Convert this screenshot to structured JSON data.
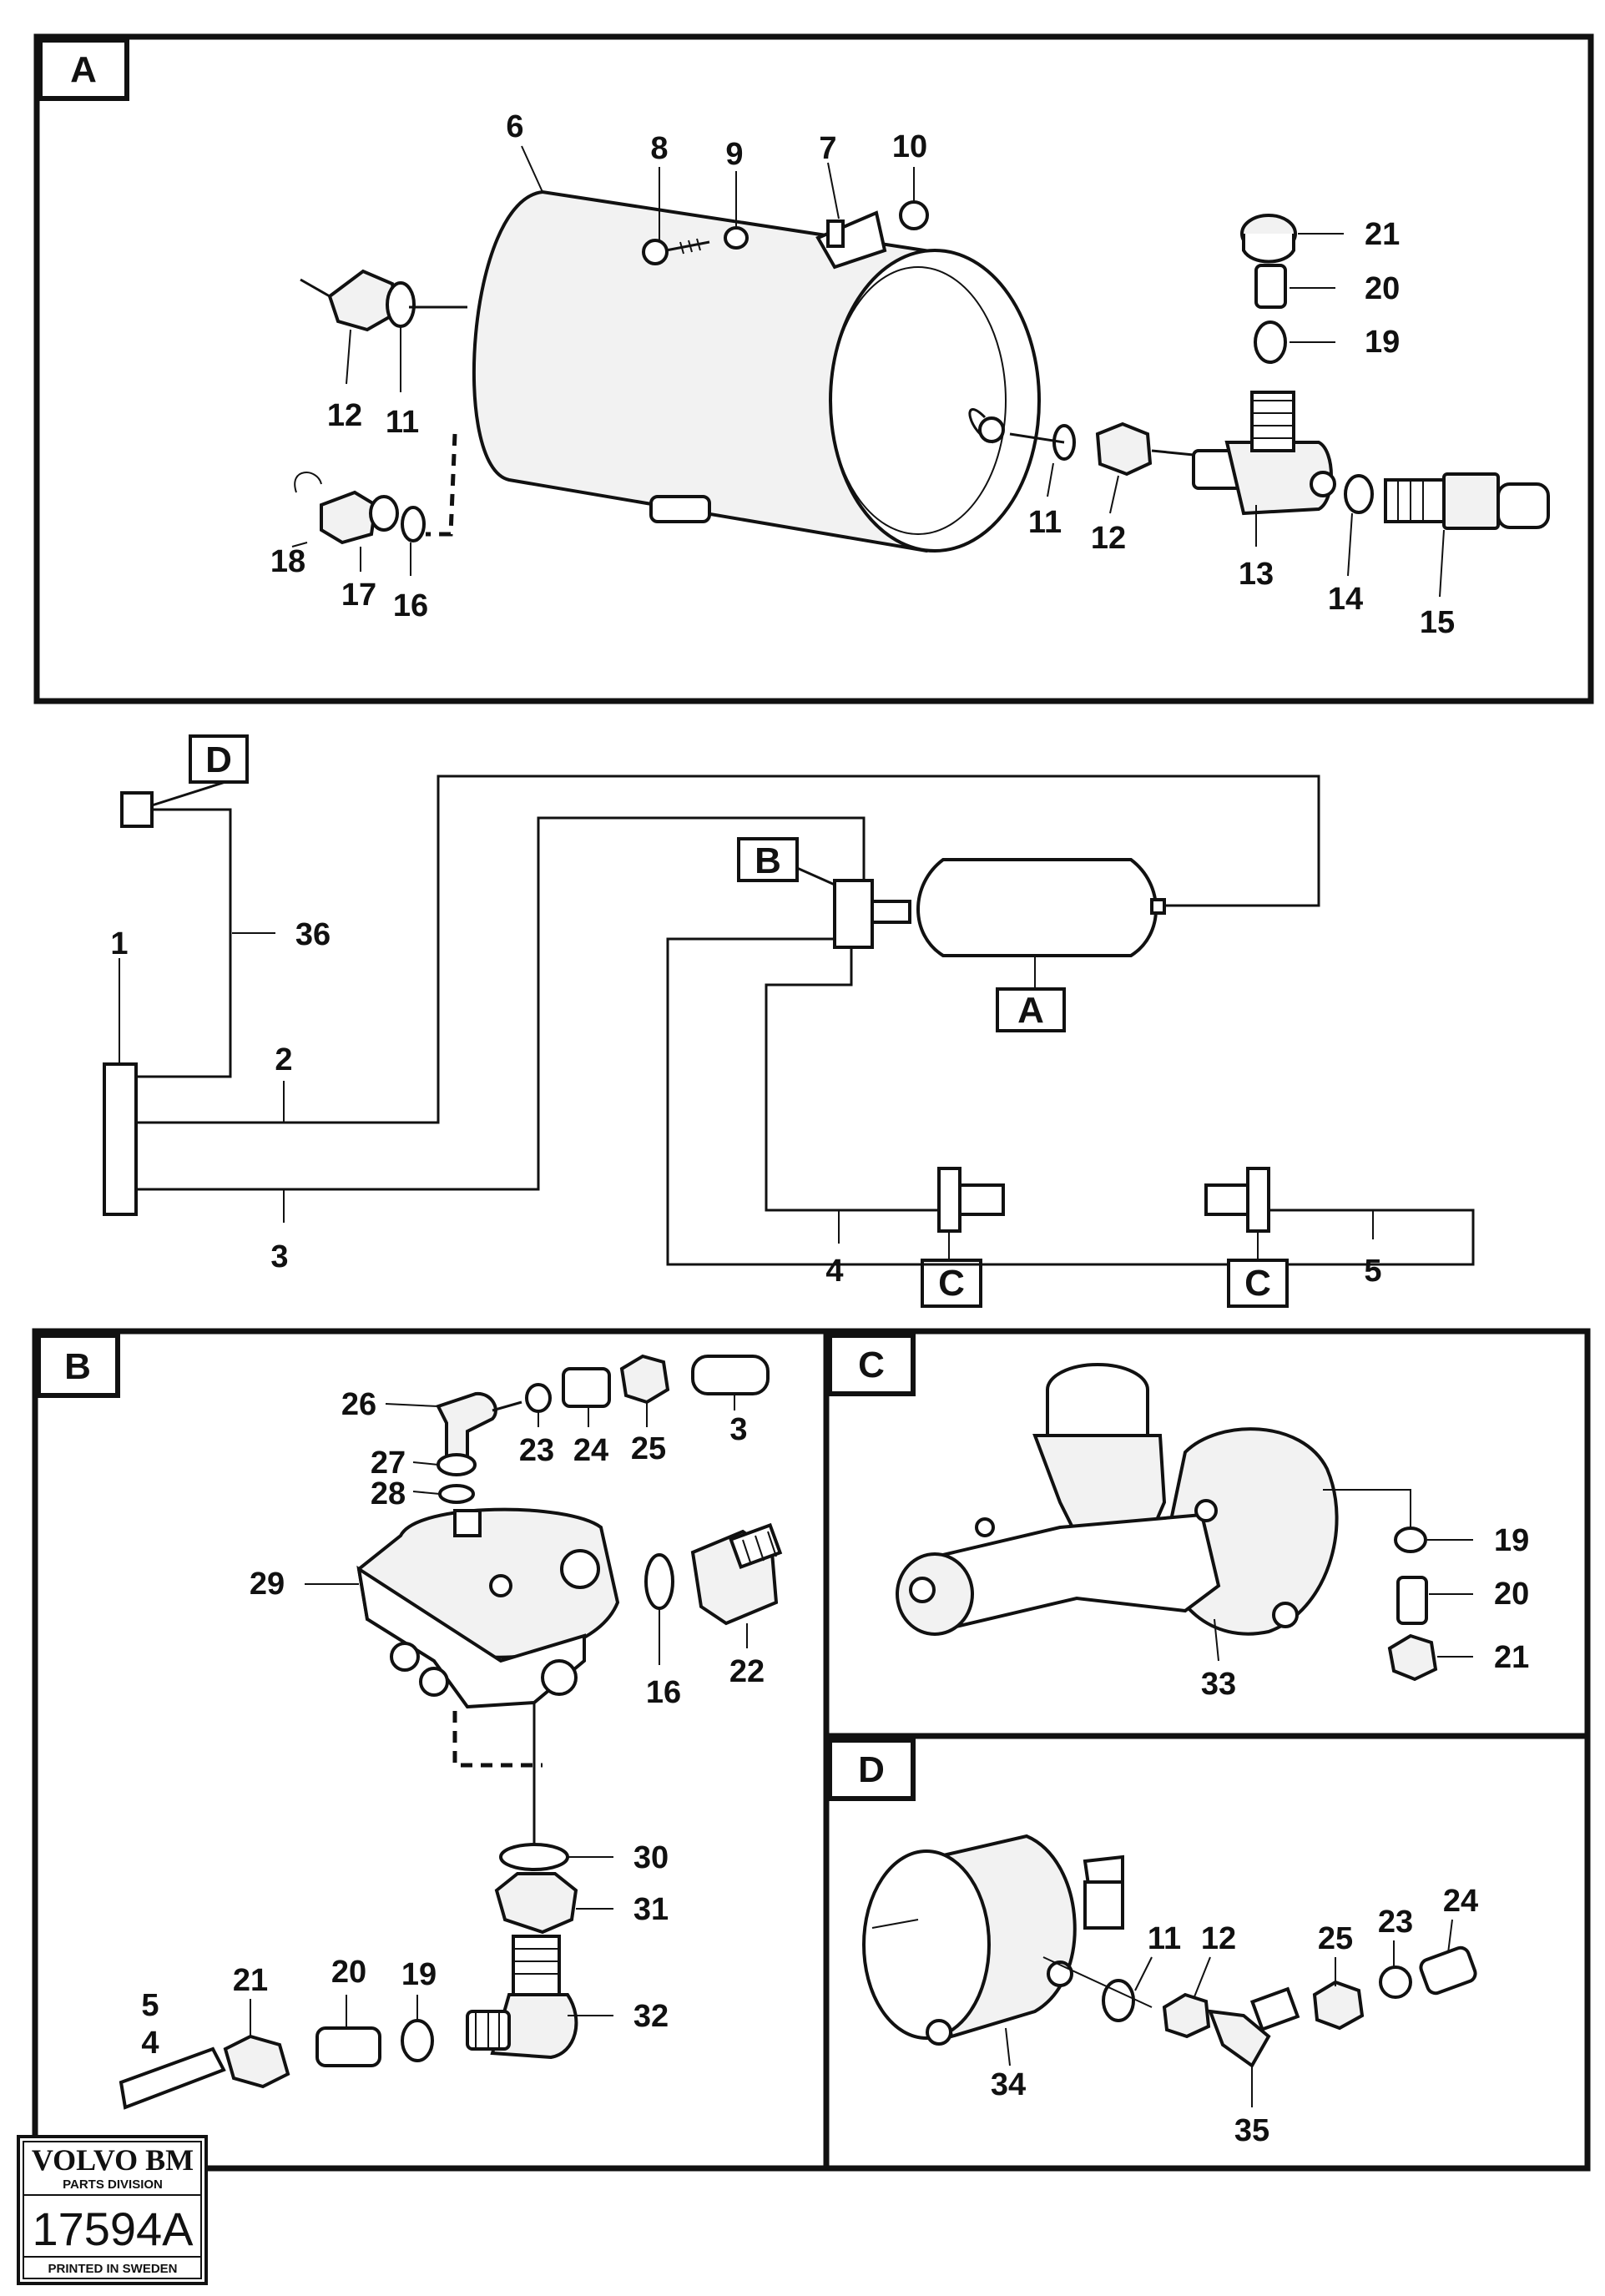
{
  "sections": {
    "a": "A",
    "b": "B",
    "c": "C",
    "d": "D"
  },
  "callouts": {
    "a": [
      "6",
      "8",
      "9",
      "7",
      "10",
      "21",
      "20",
      "19",
      "12",
      "11",
      "18",
      "17",
      "16",
      "11",
      "12",
      "13",
      "14",
      "15"
    ],
    "schematic": [
      "D",
      "36",
      "1",
      "2",
      "3",
      "B",
      "A",
      "4",
      "C",
      "C",
      "5"
    ],
    "b": [
      "26",
      "23",
      "24",
      "25",
      "3",
      "27",
      "28",
      "29",
      "22",
      "16",
      "30",
      "31",
      "32",
      "5",
      "4",
      "21",
      "20",
      "19"
    ],
    "c": [
      "19",
      "20",
      "21",
      "33"
    ],
    "d": [
      "11",
      "12",
      "25",
      "23",
      "24",
      "34",
      "35"
    ]
  },
  "stamp": {
    "brand": "VOLVO BM",
    "division": "PARTS DIVISION",
    "code": "17594A",
    "printed": "PRINTED IN SWEDEN"
  }
}
